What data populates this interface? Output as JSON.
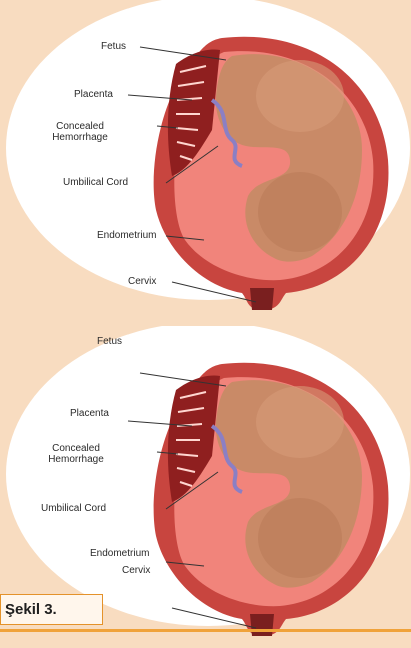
{
  "figure": {
    "top": {
      "labels": {
        "fetus": "Fetus",
        "placenta": "Placenta",
        "concealed_hemorrhage": "Concealed Hemorrhage",
        "umbilical_cord": "Umbilical Cord",
        "endometrium": "Endometrium",
        "cervix": "Cervix"
      }
    },
    "bottom": {
      "labels": {
        "fetus": "Fetus",
        "placenta": "Placenta",
        "concealed_hemorrhage": "Concealed Hemorrhage",
        "umbilical_cord": "Umbilical Cord",
        "endometrium": "Endometrium",
        "cervix": "Cervix"
      }
    }
  },
  "caption": "Şekil 3.",
  "colors": {
    "background": "#f8dcc0",
    "uterus_wall": "#c8453f",
    "amniotic": "#f1847b",
    "fetus_skin": "#c98a67",
    "hemorrhage": "#8f1f1f",
    "accent_orange": "#e4922a"
  }
}
